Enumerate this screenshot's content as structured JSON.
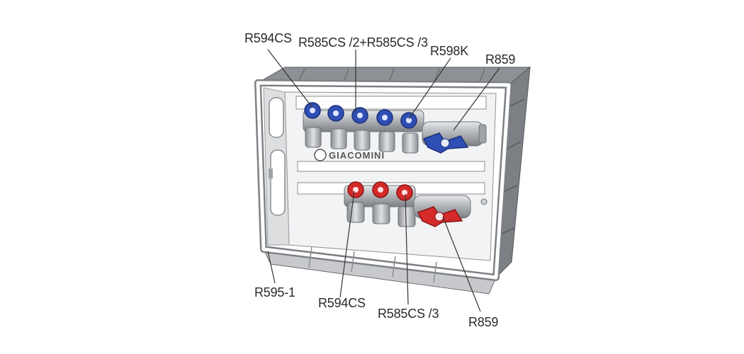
{
  "labels": {
    "top_left": "R594CS",
    "top_center": "R585CS /2+R585CS /3",
    "top_right_valve": "R598K",
    "top_right": "R859",
    "bottom_box": "R595-1",
    "bottom_valve": "R594CS",
    "bottom_center": "R585CS /3",
    "bottom_right": "R859"
  },
  "brand": {
    "name": "GIACOMINI"
  },
  "colors": {
    "background": "#ffffff",
    "hot_handle": "#d42a2a",
    "cold_handle": "#2f4fb5",
    "box_frame": "#8e9094",
    "metal": "#b9bcc0",
    "leader_line": "#333333"
  },
  "valves": {
    "top_cold_caps": 5,
    "bottom_hot_caps": 3
  }
}
